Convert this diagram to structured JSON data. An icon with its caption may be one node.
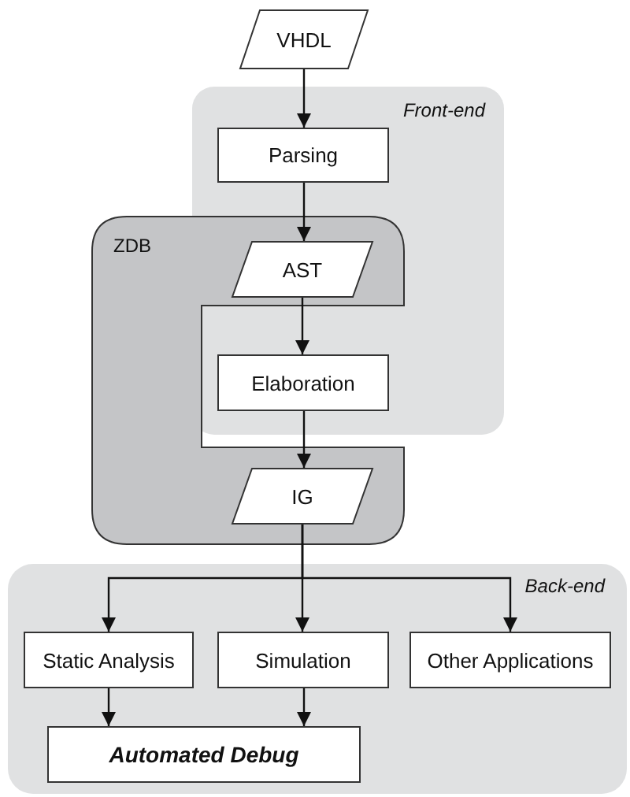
{
  "diagram": {
    "nodes": [
      {
        "text": [
          "VHDL"
        ]
      },
      {
        "text": [
          "Front-end"
        ]
      },
      {
        "text": [
          "Parsing"
        ],
        "in": 1
      },
      {
        "text": [
          "ZDB"
        ]
      },
      {
        "text": [
          "AST"
        ]
      },
      {
        "text": [
          "Elaboration"
        ],
        "in": 1
      },
      {
        "text": [
          "IG"
        ],
        "in": 3
      },
      {
        "text": [
          "Back-end"
        ]
      },
      {
        "text": [
          "Static Analysis"
        ],
        "in": 7
      },
      {
        "text": [
          "Simulation"
        ],
        "in": 7
      },
      {
        "text": [
          "Other Applications"
        ],
        "in": 7
      },
      {
        "text": [
          "Automated Debug"
        ],
        "in": 7
      }
    ],
    "edges": [
      {
        "from": 0,
        "to": 2,
        "arrow": "to"
      },
      {
        "from": 2,
        "to": 4,
        "arrow": "to"
      },
      {
        "from": 4,
        "to": 5,
        "arrow": "to"
      },
      {
        "from": 5,
        "to": 6,
        "arrow": "to"
      },
      {
        "from": 6,
        "to": 8,
        "arrow": "to"
      },
      {
        "from": 6,
        "to": 9,
        "arrow": "to"
      },
      {
        "from": 6,
        "to": 10,
        "arrow": "to"
      },
      {
        "from": 8,
        "to": 11,
        "arrow": "to"
      },
      {
        "from": 9,
        "to": 11,
        "arrow": "to"
      }
    ]
  }
}
